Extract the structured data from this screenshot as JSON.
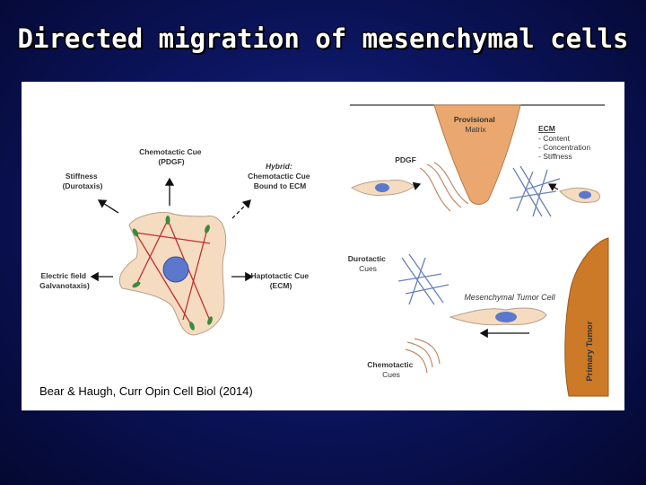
{
  "slide": {
    "title": "Directed migration of mesenchymal cells"
  },
  "figure": {
    "citation": "Bear & Haugh, Curr Opin Cell Biol (2014)",
    "left_panel": {
      "chemotactic_cue": [
        "Chemotactic Cue",
        "(PDGF)"
      ],
      "stiffness": [
        "Stiffness",
        "(Durotaxis)"
      ],
      "hybrid": [
        "Hybrid:",
        "Chemotactic Cue",
        "Bound to ECM"
      ],
      "electric_field": [
        "Electric field",
        "Galvanotaxis)"
      ],
      "haptotactic": [
        "Haptotactic Cue",
        "(ECM)"
      ]
    },
    "right_panel": {
      "provisional_matrix": [
        "Provisional",
        "Matrix"
      ],
      "ecm_title": "ECM",
      "ecm_items": [
        "- Content",
        "- Concentration",
        "- Stiffness"
      ],
      "pdgf": "PDGF",
      "durotactic": [
        "Durotactic",
        "Cues"
      ],
      "mesenchymal_tumor_cell": "Mesenchymal Tumor Cell",
      "chemotactic_cues": [
        "Chemotactic",
        "Cues"
      ],
      "primary_tumor": "Primary Tumor"
    },
    "colors": {
      "cell_fill": "#f5dcc0",
      "nucleus": "#5b78cc",
      "matrix": "#eaa870",
      "tumor": "#cc7a28",
      "focal_adhesion": "#3a8a3a",
      "actin": "#c03030",
      "fiber": "#6a82b8"
    }
  }
}
